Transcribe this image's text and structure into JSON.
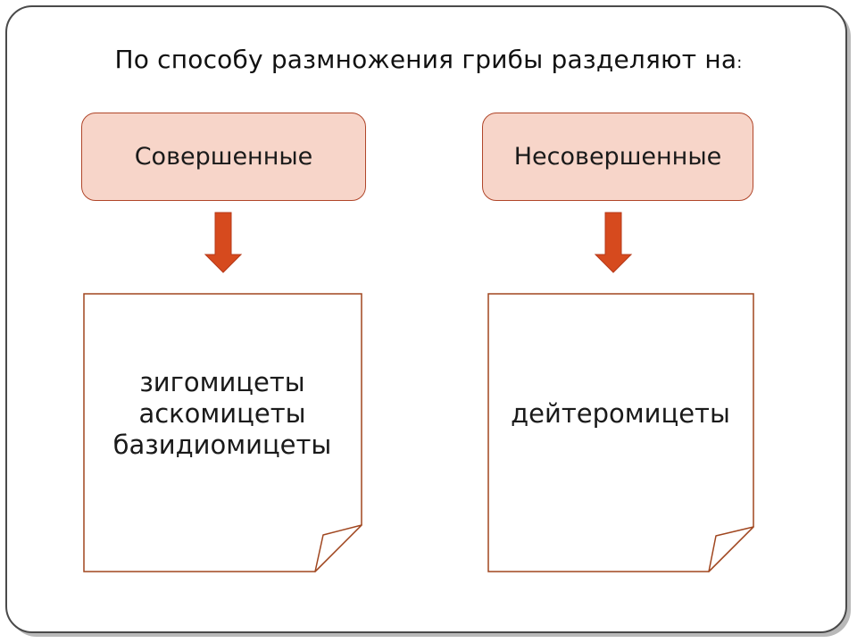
{
  "title": {
    "text": "По способу размножения грибы разделяют на",
    "colon": ":"
  },
  "categories": [
    {
      "label": "Совершенные",
      "members": [
        "зигомицеты",
        "аскомицеты",
        "базидиомицеты"
      ]
    },
    {
      "label": "Несовершенные",
      "members": [
        "дейтеромицеты"
      ]
    }
  ],
  "colors": {
    "box_fill": "#f7d5c9",
    "box_border": "#b0462a",
    "arrow": "#d64a1e",
    "note_border": "#a0461f"
  }
}
